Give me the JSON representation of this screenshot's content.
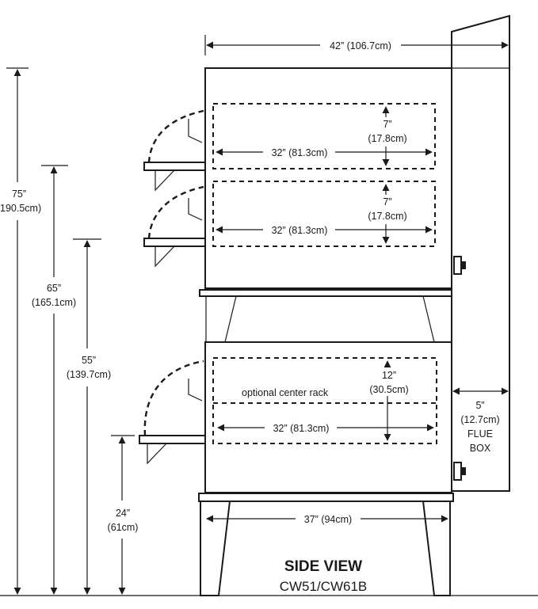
{
  "title": "SIDE VIEW",
  "model": "CW51/CW61B",
  "colors": {
    "line": "#1a1a1a",
    "background": "#ffffff"
  },
  "dimensions": {
    "overall_width": "42” (106.7cm)",
    "base_width": "37” (94cm)",
    "flue_width": "5”",
    "flue_width_metric": "(12.7cm)",
    "flue_label_1": "FLUE",
    "flue_label_2": "BOX",
    "height_75": "75”",
    "height_75_metric": "(190.5cm)",
    "height_65": "65”",
    "height_65_metric": "(165.1cm)",
    "height_55": "55”",
    "height_55_metric": "(139.7cm)",
    "height_24": "24”",
    "height_24_metric": "(61cm)",
    "deck1_depth": "32” (81.3cm)",
    "deck1_height": "7”",
    "deck1_height_metric": "(17.8cm)",
    "deck2_depth": "32” (81.3cm)",
    "deck2_height": "7”",
    "deck2_height_metric": "(17.8cm)",
    "deck3_depth": "32” (81.3cm)",
    "deck3_height": "12”",
    "deck3_height_metric": "(30.5cm)",
    "rack_label": "optional center rack"
  }
}
